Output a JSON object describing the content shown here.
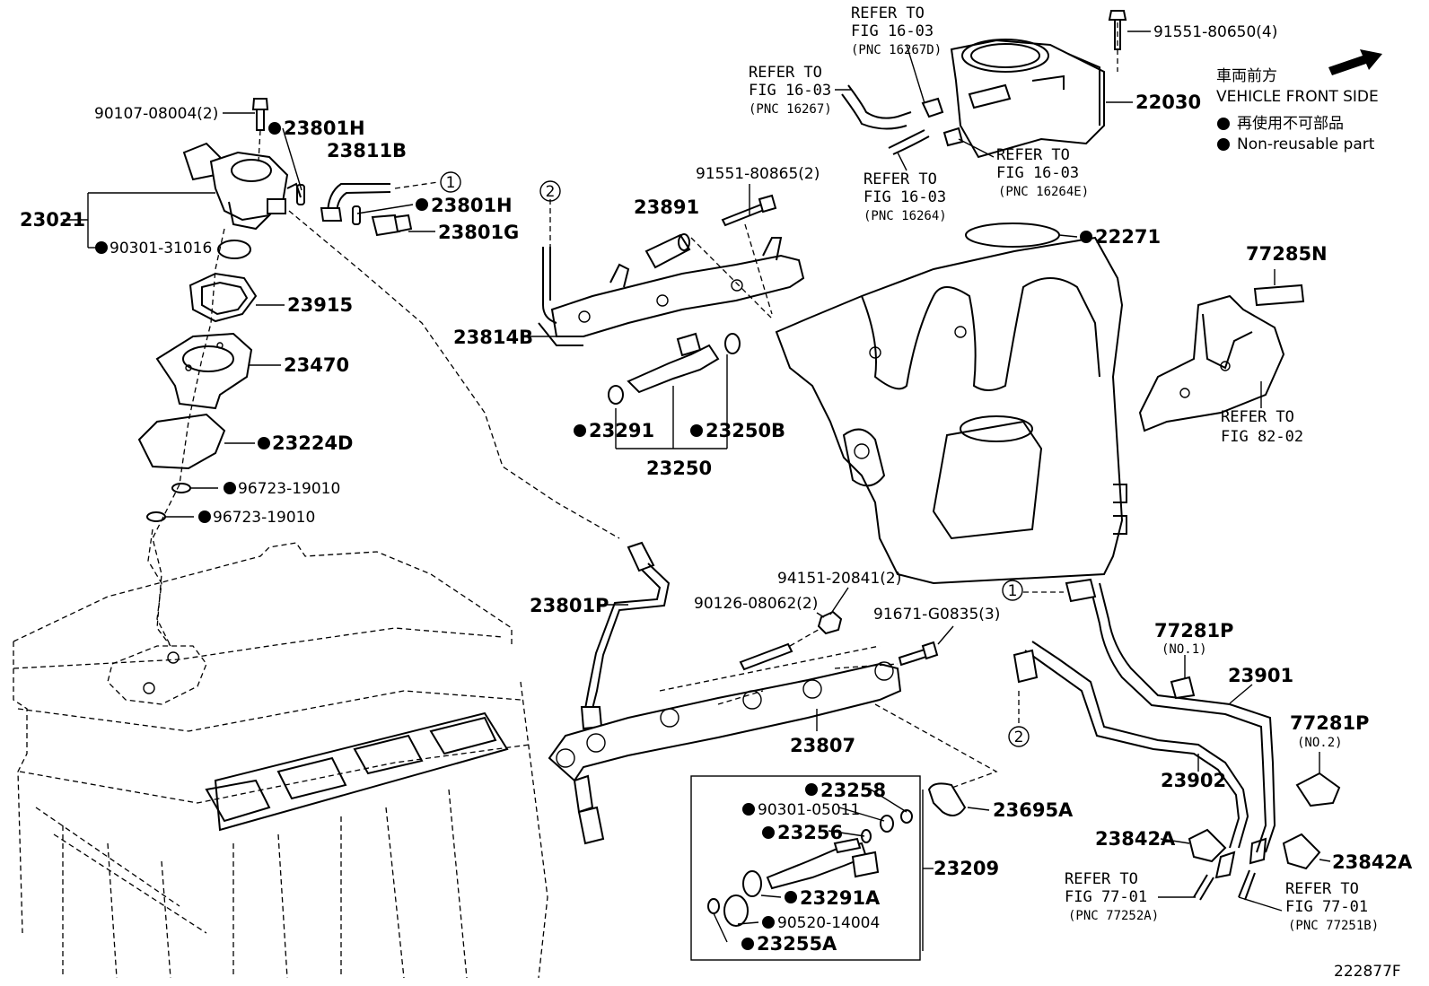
{
  "legend": {
    "front_jp": "車両前方",
    "front_en": "VEHICLE FRONT SIDE",
    "nonreuse_jp": "再使用不可部品",
    "nonreuse_en": "Non-reusable part"
  },
  "refer": {
    "r1": [
      "REFER TO",
      "FIG 16-03",
      "(PNC 16267D)"
    ],
    "r2": [
      "REFER TO",
      "FIG 16-03",
      "(PNC 16267)"
    ],
    "r3": [
      "REFER TO",
      "FIG 16-03",
      "(PNC 16264E)"
    ],
    "r4": [
      "REFER TO",
      "FIG 16-03",
      "(PNC 16264)"
    ],
    "r5": [
      "REFER TO",
      "FIG 82-02"
    ],
    "r6": [
      "REFER TO",
      "FIG 77-01",
      "(PNC 77252A)"
    ],
    "r7": [
      "REFER TO",
      "FIG 77-01",
      "(PNC 77251B)"
    ]
  },
  "parts": {
    "p90107": "90107-08004(2)",
    "p23801H_a": "23801H",
    "p23811B": "23811B",
    "p23801H_b": "23801H",
    "p23801G": "23801G",
    "p23021": "23021",
    "p90301_31016": "90301-31016",
    "p23915": "23915",
    "p23470": "23470",
    "p23224D": "23224D",
    "p96723_a": "96723-19010",
    "p96723_b": "96723-19010",
    "p91551_80650": "91551-80650(4)",
    "p22030": "22030",
    "p22271": "22271",
    "p91551_80865": "91551-80865(2)",
    "p23891": "23891",
    "p23814B": "23814B",
    "p23291": "23291",
    "p23250B": "23250B",
    "p23250": "23250",
    "p77285N": "77285N",
    "p23801P": "23801P",
    "p94151": "94151-20841(2)",
    "p90126": "90126-08062(2)",
    "p91671": "91671-G0835(3)",
    "p23807": "23807",
    "p23258": "23258",
    "p90301_05011": "90301-05011",
    "p23256": "23256",
    "p23209": "23209",
    "p23291A": "23291A",
    "p90520": "90520-14004",
    "p23255A": "23255A",
    "p23695A": "23695A",
    "p77281P_a": "77281P",
    "p77281P_a_sub": "(NO.1)",
    "p23901": "23901",
    "p77281P_b": "77281P",
    "p77281P_b_sub": "(NO.2)",
    "p23902": "23902",
    "p23842A_a": "23842A",
    "p23842A_b": "23842A"
  },
  "markers": {
    "m1": "1",
    "m2": "2"
  },
  "figure_id": "222877F"
}
